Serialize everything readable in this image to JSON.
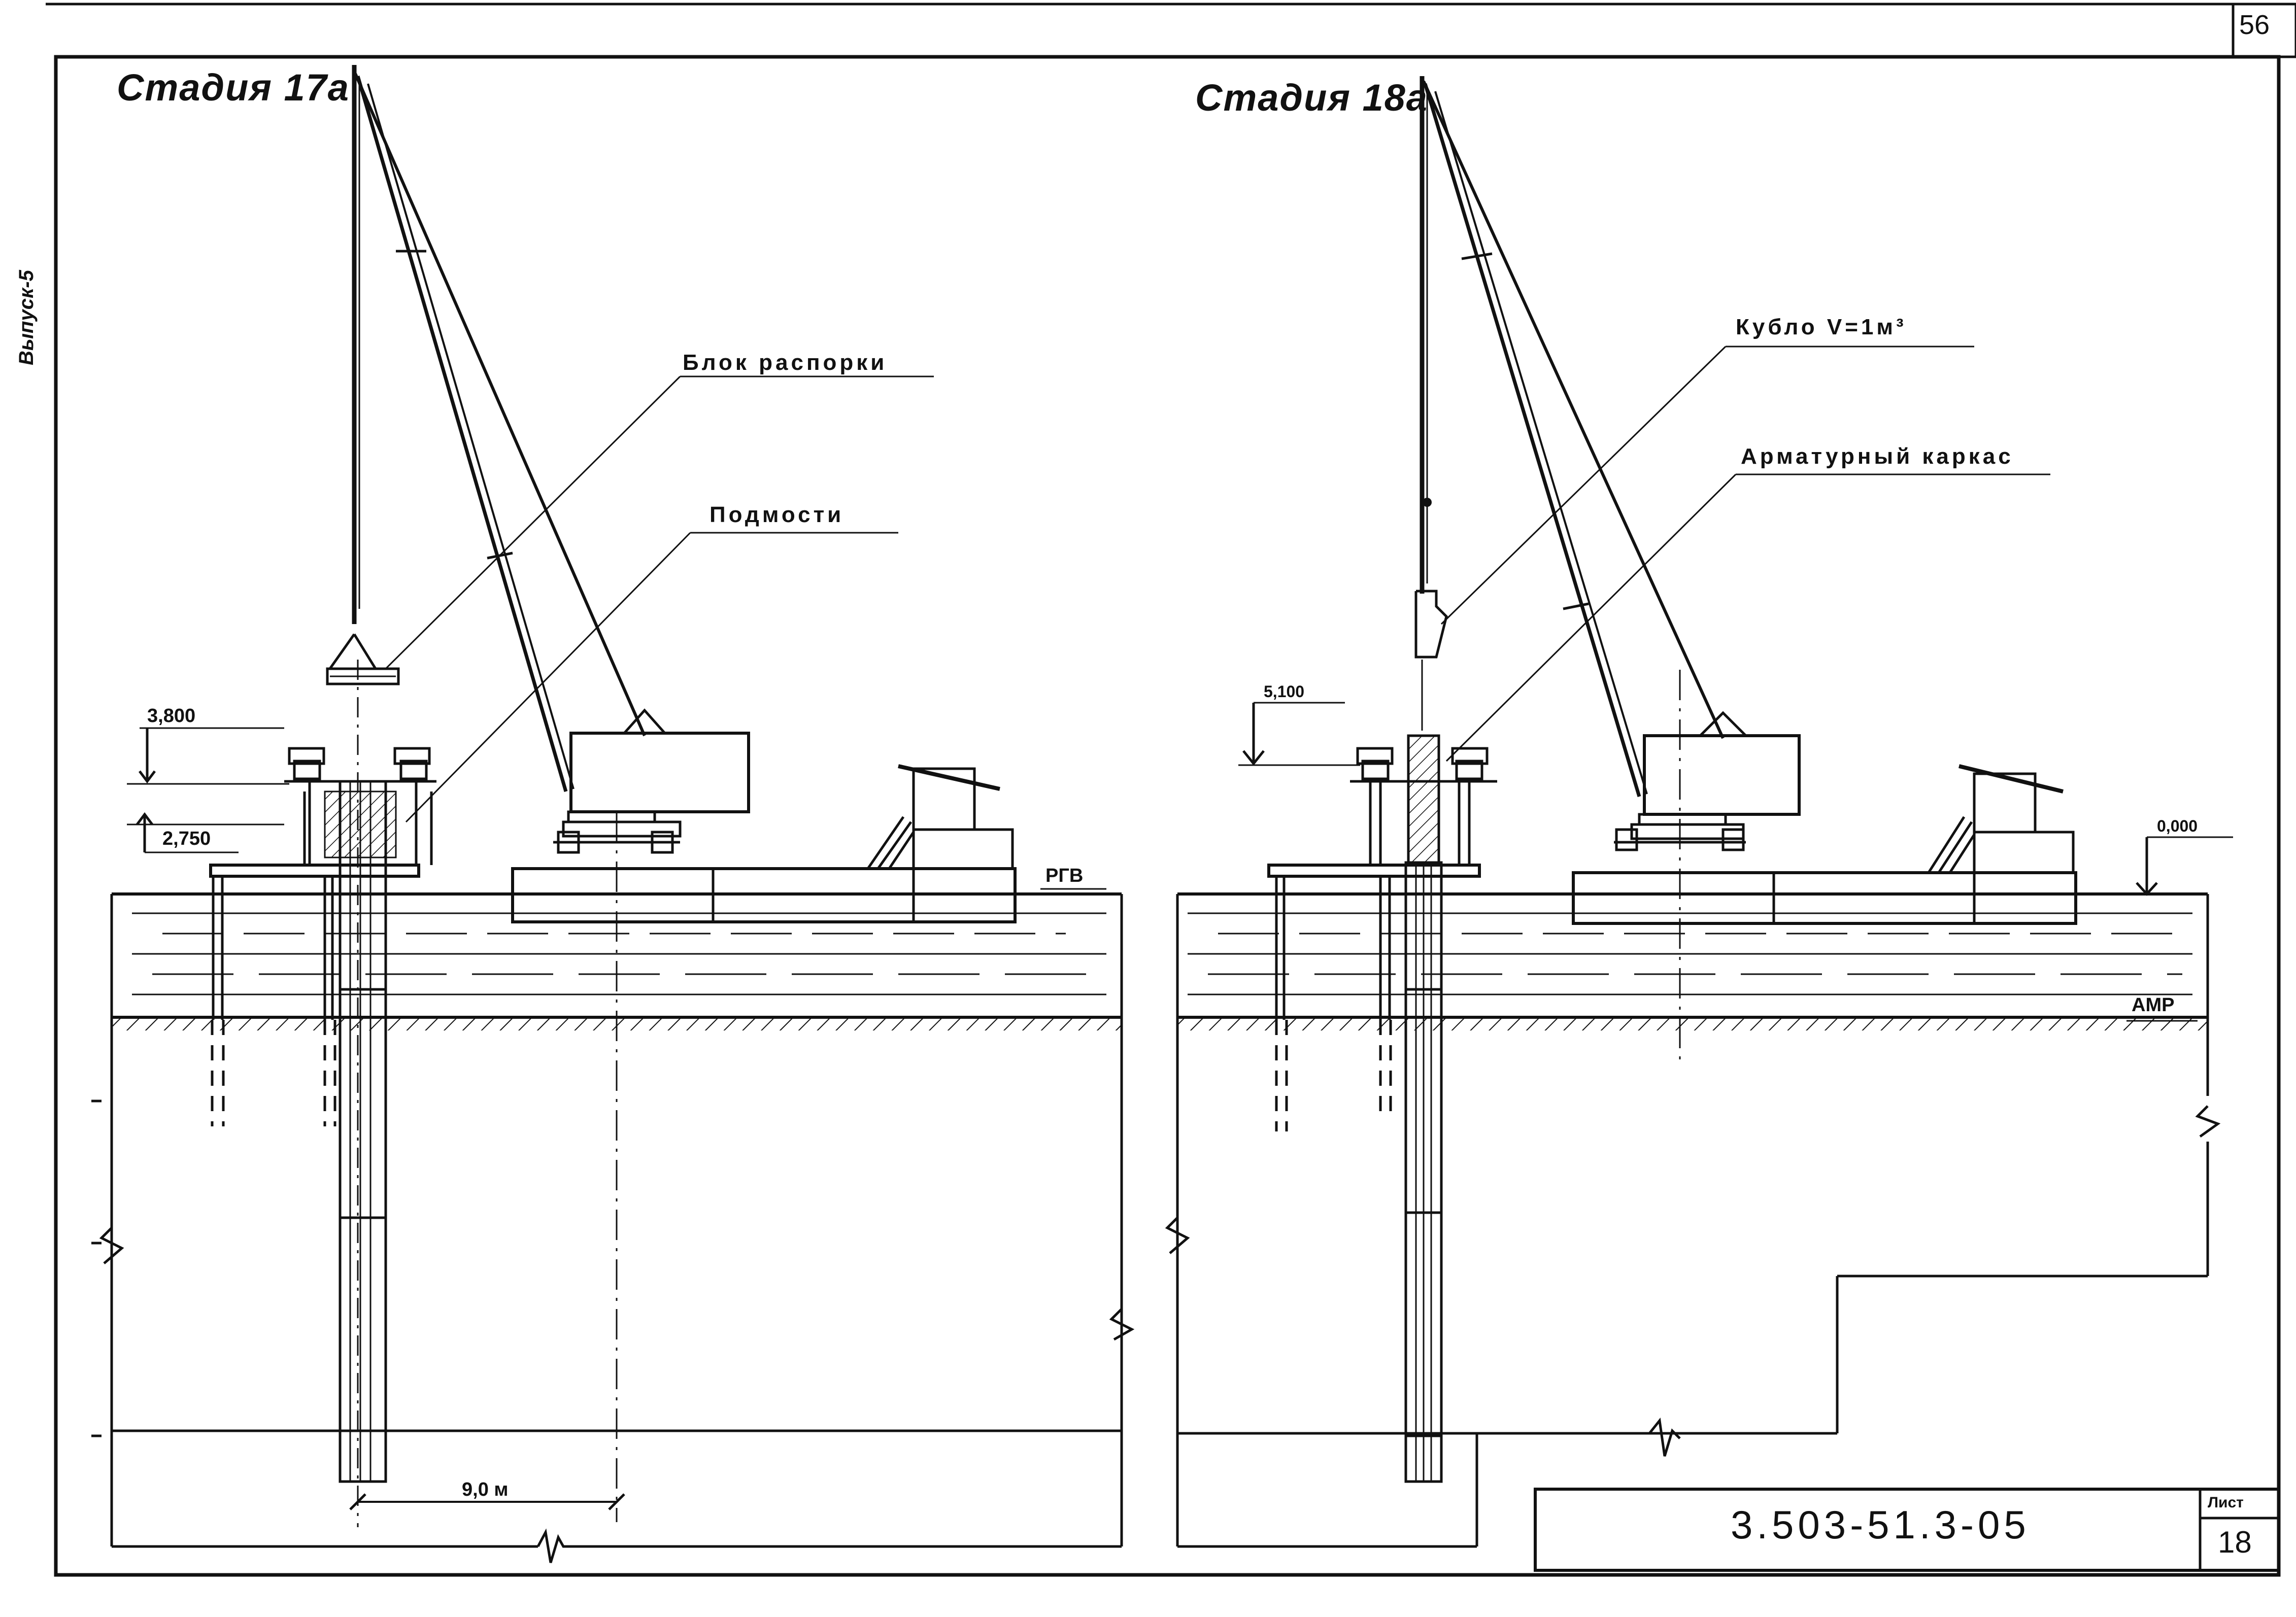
{
  "page": {
    "page_number": "56",
    "side_label": "Выпуск-5"
  },
  "stage_left": {
    "title": "Стадия 17а",
    "callout_block": "Блок распорки",
    "callout_scaffold": "Подмости",
    "elevation_top": "3,800",
    "elevation_bottom": "2,750",
    "water_level_label": "РГВ",
    "dimension": "9,0 м"
  },
  "stage_right": {
    "title": "Стадия 18а",
    "callout_bucket": "Кубло  V=1м³",
    "callout_rebar": "Арматурный каркас",
    "elevation_top": "5,100",
    "elevation_water": "0,000",
    "bottom_level_label": "АМР"
  },
  "title_block": {
    "document_code": "3.503-51.3-05",
    "sheet_label": "Лист",
    "sheet_number": "18"
  },
  "colors": {
    "ink": "#111111",
    "paper": "#ffffff"
  }
}
